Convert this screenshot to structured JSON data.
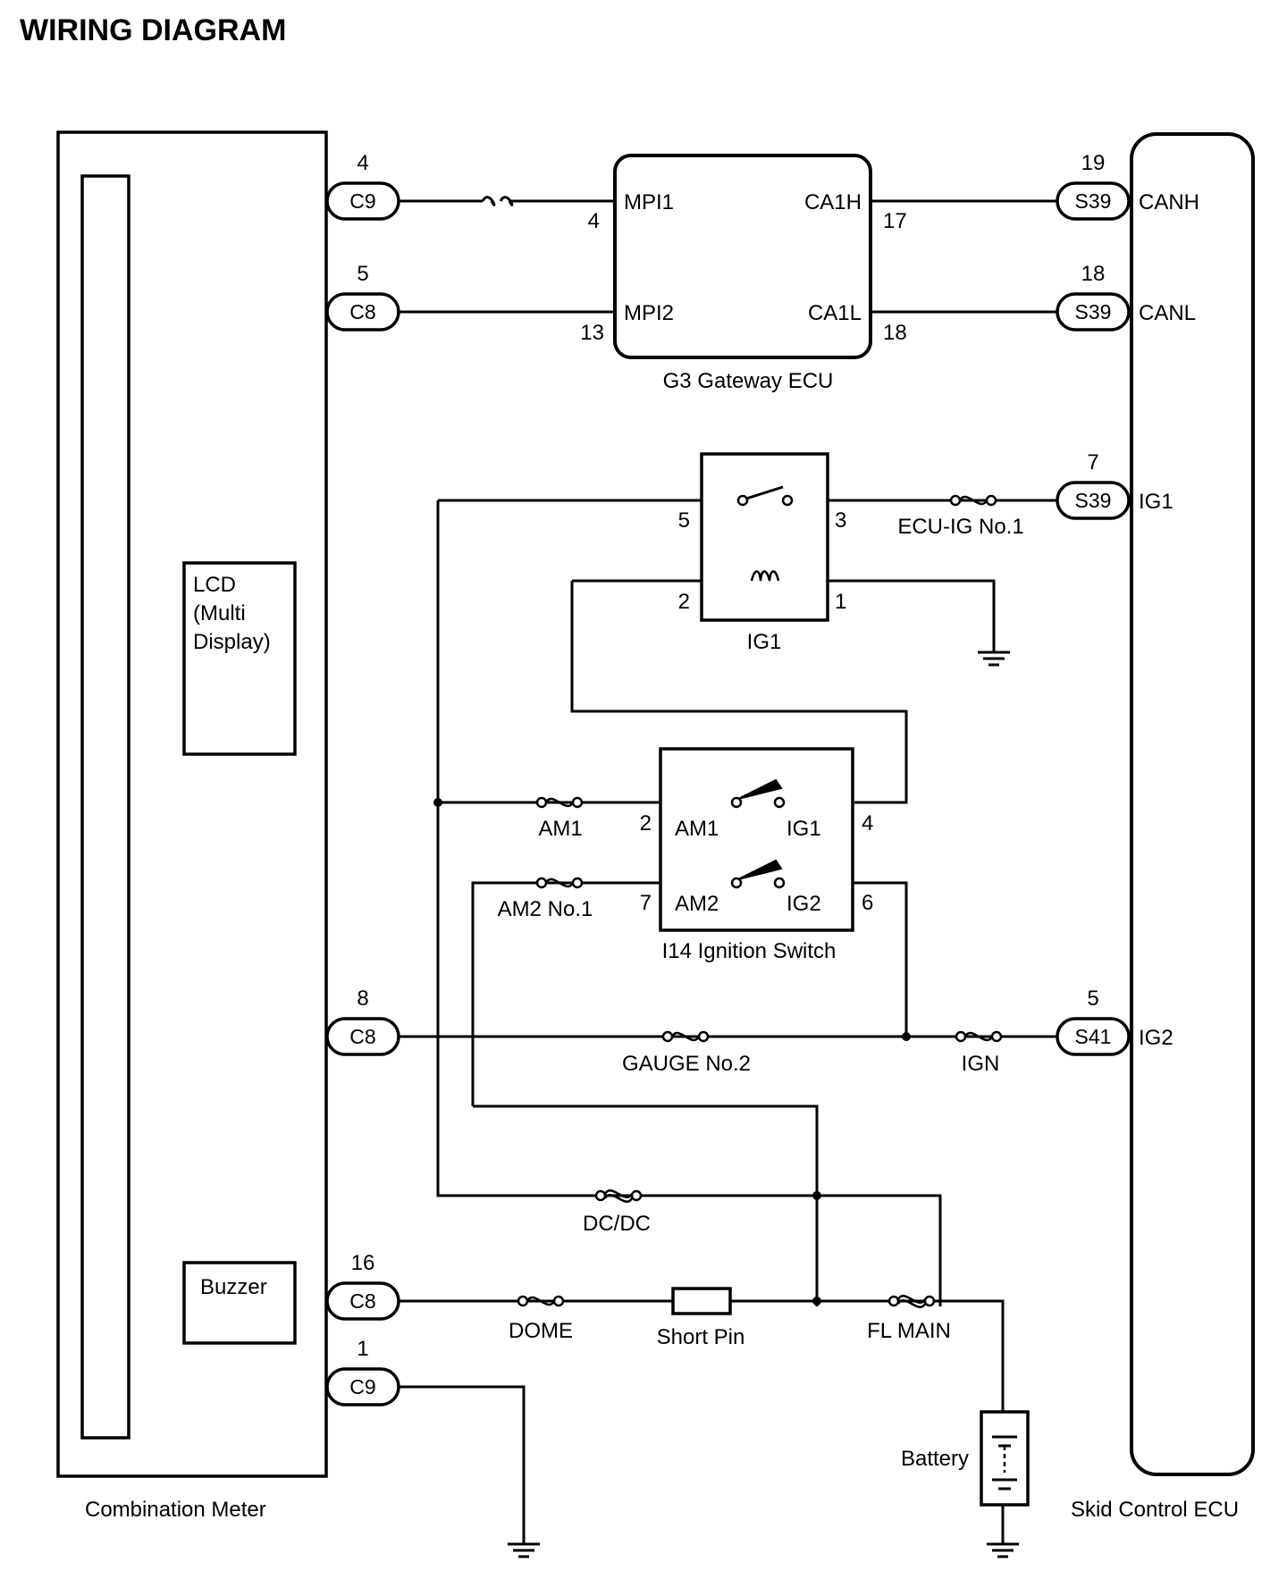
{
  "title": "WIRING DIAGRAM",
  "components": {
    "combination_meter": "Combination Meter",
    "gateway_ecu": "G3  Gateway ECU",
    "skid_control_ecu": "Skid Control ECU",
    "ig1_relay": "IG1",
    "ignition_switch": "I14  Ignition Switch",
    "lcd": [
      "LCD",
      "(Multi",
      "Display)"
    ],
    "buzzer": "Buzzer",
    "battery": "Battery",
    "short_pin": "Short Pin"
  },
  "connectors": {
    "c9_top": {
      "label": "C9",
      "pin": "4"
    },
    "c8_mpi2": {
      "label": "C8",
      "pin": "5"
    },
    "c8_gauge": {
      "label": "C8",
      "pin": "8"
    },
    "c8_buzzer": {
      "label": "C8",
      "pin": "16"
    },
    "c9_ground": {
      "label": "C9",
      "pin": "1"
    },
    "s39_canh": {
      "label": "S39",
      "pin": "19"
    },
    "s39_canl": {
      "label": "S39",
      "pin": "18"
    },
    "s39_ig1": {
      "label": "S39",
      "pin": "7"
    },
    "s41_ig2": {
      "label": "S41",
      "pin": "5"
    }
  },
  "gateway": {
    "mpi1": "MPI1",
    "mpi2": "MPI2",
    "ca1h": "CA1H",
    "ca1l": "CA1L",
    "pin_mpi1": "4",
    "pin_mpi2": "13",
    "pin_ca1h": "17",
    "pin_ca1l": "18"
  },
  "skid_terminals": {
    "canh": "CANH",
    "canl": "CANL",
    "ig1": "IG1",
    "ig2": "IG2"
  },
  "relay_pins": {
    "p5": "5",
    "p3": "3",
    "p2": "2",
    "p1": "1"
  },
  "switch": {
    "am1": "AM1",
    "ig1": "IG1",
    "am2": "AM2",
    "ig2": "IG2",
    "pin2": "2",
    "pin4": "4",
    "pin7": "7",
    "pin6": "6"
  },
  "fuses": {
    "ecu_ig_no1": "ECU-IG No.1",
    "am1": "AM1",
    "am2_no1": "AM2 No.1",
    "gauge_no2": "GAUGE No.2",
    "ign": "IGN",
    "dc_dc": "DC/DC",
    "dome": "DOME",
    "fl_main": "FL MAIN"
  }
}
